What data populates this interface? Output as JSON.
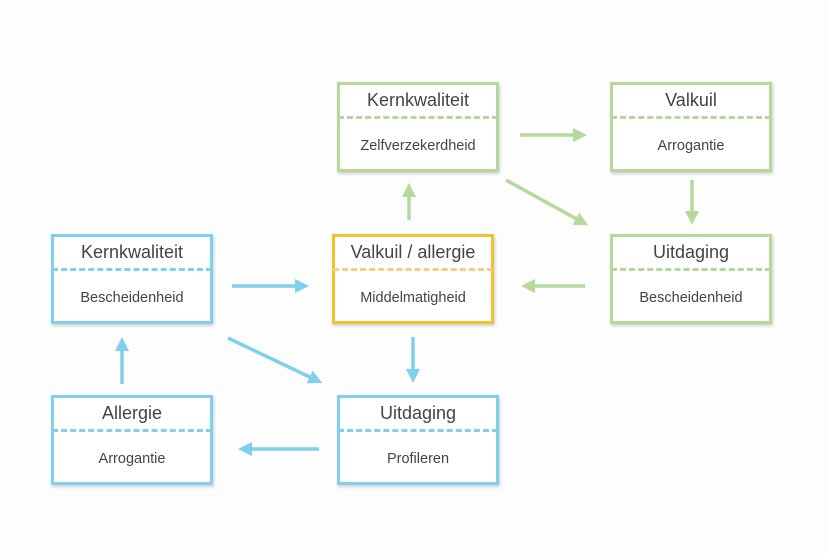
{
  "colors": {
    "green": "#b5d99c",
    "blue": "#7ed0ec",
    "yellow": "#f2c230"
  },
  "boxes": {
    "kern_top": {
      "title": "Kernkwaliteit",
      "value": "Zelfverzekerdheid"
    },
    "valkuil_top": {
      "title": "Valkuil",
      "value": "Arrogantie"
    },
    "kern_left": {
      "title": "Kernkwaliteit",
      "value": "Bescheidenheid"
    },
    "center": {
      "title": "Valkuil / allergie",
      "value": "Middelmatigheid"
    },
    "uitdaging_right": {
      "title": "Uitdaging",
      "value": "Bescheidenheid"
    },
    "allergie": {
      "title": "Allergie",
      "value": "Arrogantie"
    },
    "uitdaging_bottom": {
      "title": "Uitdaging",
      "value": "Profileren"
    }
  },
  "arrows": [
    {
      "from": "kern_top",
      "to": "valkuil_top",
      "color": "green"
    },
    {
      "from": "kern_top",
      "to": "uitdaging_right",
      "color": "green"
    },
    {
      "from": "valkuil_top",
      "to": "uitdaging_right",
      "color": "green"
    },
    {
      "from": "uitdaging_right",
      "to": "center",
      "color": "green"
    },
    {
      "from": "center",
      "to": "kern_top",
      "color": "green"
    },
    {
      "from": "kern_left",
      "to": "center",
      "color": "blue"
    },
    {
      "from": "kern_left",
      "to": "uitdaging_bottom",
      "color": "blue"
    },
    {
      "from": "center",
      "to": "uitdaging_bottom",
      "color": "blue"
    },
    {
      "from": "uitdaging_bottom",
      "to": "allergie",
      "color": "blue"
    },
    {
      "from": "allergie",
      "to": "kern_left",
      "color": "blue"
    }
  ]
}
